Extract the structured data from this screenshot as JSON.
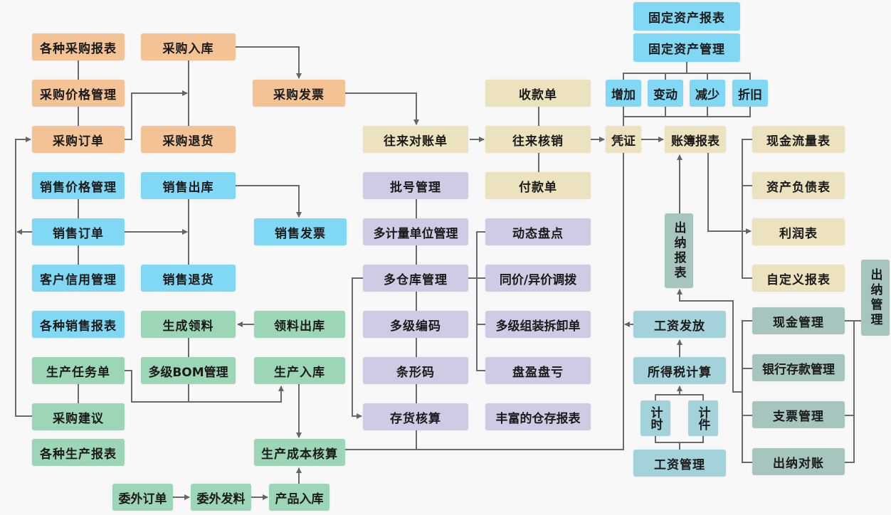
{
  "colors": {
    "purchase": "#f3c396",
    "sales": "#80d8f5",
    "production": "#9dd6b7",
    "finance": "#ece2bd",
    "inventory": "#cfcbe5",
    "payroll": "#a3d2da",
    "cashier": "#a7c5bf",
    "line": "#666666"
  },
  "purchase": {
    "reports": "各种采购报表",
    "price": "采购价格管理",
    "order": "采购订单",
    "inbound": "采购入库",
    "return": "采购退货",
    "invoice": "采购发票"
  },
  "sales": {
    "price": "销售价格管理",
    "order": "销售订单",
    "credit": "客户信用管理",
    "reports": "各种销售报表",
    "outbound": "销售出库",
    "return": "销售退货",
    "invoice": "销售发票"
  },
  "production": {
    "gen_pick": "生成领料",
    "pick_out": "领料出库",
    "task": "生产任务单",
    "bom": "多级BOM管理",
    "prod_in": "生产入库",
    "suggest": "采购建议",
    "reports": "各种生产报表",
    "cost": "生产成本核算",
    "out_order": "委外订单",
    "out_issue": "委外发料",
    "product_in": "产品入库"
  },
  "finance": {
    "reconcile": "往来对账单",
    "receipt": "收款单",
    "writeoff": "往来核销",
    "payment": "付款单",
    "voucher": "凭证",
    "ledger": "账簿报表",
    "cashflow": "现金流量表",
    "balance": "资产负债表",
    "profit": "利润表",
    "custom": "自定义报表"
  },
  "inventory": {
    "batch": "批号管理",
    "multi_unit": "多计量单位管理",
    "multi_wh": "多仓库管理",
    "multi_code": "多级编码",
    "barcode": "条形码",
    "costing": "存货核算",
    "dyn_count": "动态盘点",
    "transfer": "同价/异价调拨",
    "assembly": "多级组装拆卸单",
    "surplus": "盘盈盘亏",
    "wh_reports": "丰富的仓存报表"
  },
  "fixed_assets": {
    "reports": "固定资产报表",
    "manage": "固定资产管理",
    "add": "增加",
    "change": "变动",
    "reduce": "减少",
    "depreciate": "折旧"
  },
  "payroll": {
    "cash_report": "出纳报表",
    "pay": "工资发放",
    "tax": "所得税计算",
    "time": "计时",
    "piece": "计件",
    "manage": "工资管理"
  },
  "cashier": {
    "cash": "现金管理",
    "bank": "银行存款管理",
    "cheque": "支票管理",
    "reconcile": "出纳对账",
    "manage": "出纳管理"
  }
}
